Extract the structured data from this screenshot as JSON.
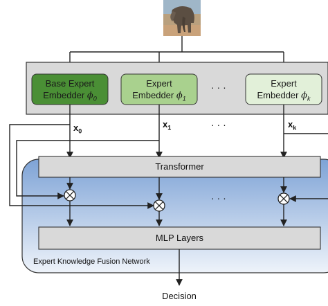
{
  "input_image": {
    "icon": "elephant-photo"
  },
  "embedders": [
    {
      "line1": "Base Expert",
      "line2": "Embedder",
      "symbol": "ϕ",
      "sub": "0"
    },
    {
      "line1": "Expert",
      "line2": "Embedder",
      "symbol": "ϕ",
      "sub": "1"
    },
    {
      "line1": "Expert",
      "line2": "Embedder",
      "symbol": "ϕ",
      "sub": "k"
    }
  ],
  "ellipsis": "· · ·",
  "features": [
    {
      "var": "x",
      "sub": "0"
    },
    {
      "var": "x",
      "sub": "1"
    },
    {
      "var": "x",
      "sub": "k"
    }
  ],
  "transformer_label": "Transformer",
  "mlp_label": "MLP Layers",
  "fusion_network_label": "Expert Knowledge Fusion Network",
  "output_label": "Decision",
  "colors": {
    "base_embedder_fill": "#4a8f35",
    "expert_embedder_fill": "#a9d18e",
    "expert_k_fill": "#e2f0d9",
    "embedder_panel": "#d9d9d9",
    "network_gradient_top": "#7ea3d6",
    "network_gradient_bottom": "#eef3fa"
  }
}
